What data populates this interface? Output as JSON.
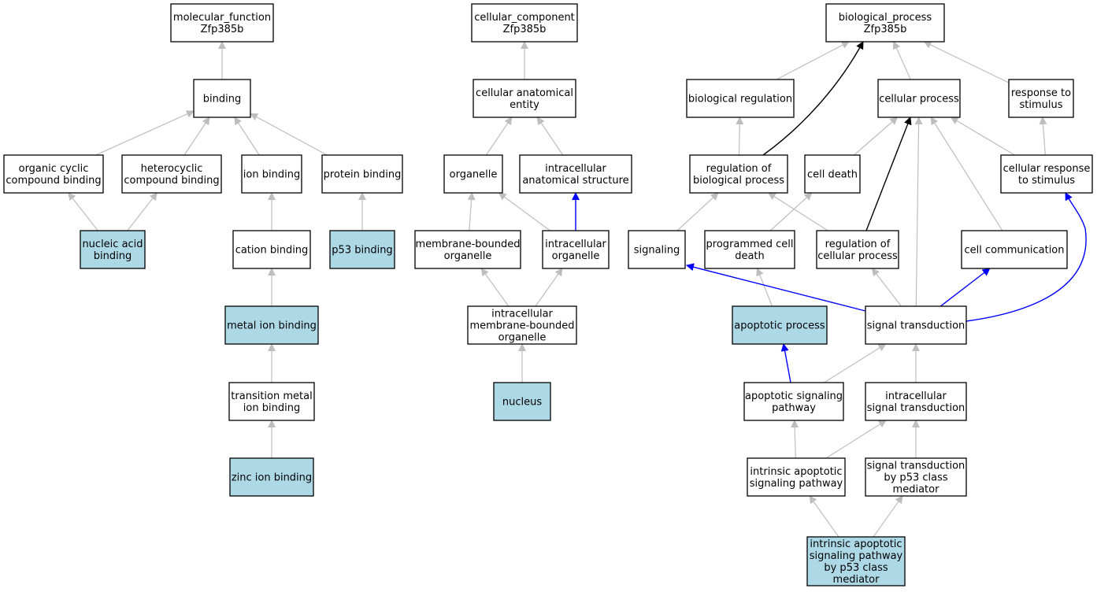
{
  "colors": {
    "highlight_fill": "#add8e6",
    "default_fill": "#ffffff",
    "edge_default": "#bebebe",
    "edge_black": "#000000",
    "edge_blue": "#0000ff"
  },
  "nodes": [
    {
      "id": "mf",
      "lines": [
        "molecular_function",
        "Zfp385b"
      ]
    },
    {
      "id": "cc",
      "lines": [
        "cellular_component",
        "Zfp385b"
      ]
    },
    {
      "id": "bp",
      "lines": [
        "biological_process",
        "Zfp385b"
      ]
    },
    {
      "id": "binding",
      "lines": [
        "binding"
      ]
    },
    {
      "id": "cae",
      "lines": [
        "cellular anatomical",
        "entity"
      ]
    },
    {
      "id": "bioreg",
      "lines": [
        "biological regulation"
      ]
    },
    {
      "id": "cellproc",
      "lines": [
        "cellular process"
      ]
    },
    {
      "id": "resp",
      "lines": [
        "response to",
        "stimulus"
      ]
    },
    {
      "id": "ocb",
      "lines": [
        "organic cyclic",
        "compound binding"
      ]
    },
    {
      "id": "hcb",
      "lines": [
        "heterocyclic",
        "compound binding"
      ]
    },
    {
      "id": "ionb",
      "lines": [
        "ion binding"
      ]
    },
    {
      "id": "protb",
      "lines": [
        "protein binding"
      ]
    },
    {
      "id": "organelle",
      "lines": [
        "organelle"
      ]
    },
    {
      "id": "ias",
      "lines": [
        "intracellular",
        "anatomical structure"
      ]
    },
    {
      "id": "regbp",
      "lines": [
        "regulation of",
        "biological process"
      ]
    },
    {
      "id": "celldeath",
      "lines": [
        "cell death"
      ]
    },
    {
      "id": "cellresp",
      "lines": [
        "cellular response",
        "to stimulus"
      ]
    },
    {
      "id": "nab",
      "lines": [
        "nucleic acid",
        "binding"
      ],
      "highlight": true
    },
    {
      "id": "cationb",
      "lines": [
        "cation binding"
      ]
    },
    {
      "id": "p53b",
      "lines": [
        "p53 binding"
      ],
      "highlight": true
    },
    {
      "id": "mbo",
      "lines": [
        "membrane-bounded",
        "organelle"
      ]
    },
    {
      "id": "io",
      "lines": [
        "intracellular",
        "organelle"
      ]
    },
    {
      "id": "signaling",
      "lines": [
        "signaling"
      ]
    },
    {
      "id": "pcd",
      "lines": [
        "programmed cell",
        "death"
      ]
    },
    {
      "id": "regcp",
      "lines": [
        "regulation of",
        "cellular process"
      ]
    },
    {
      "id": "cellcomm",
      "lines": [
        "cell communication"
      ]
    },
    {
      "id": "metalb",
      "lines": [
        "metal ion binding"
      ],
      "highlight": true
    },
    {
      "id": "imbo",
      "lines": [
        "intracellular",
        "membrane-bounded",
        "organelle"
      ]
    },
    {
      "id": "apop",
      "lines": [
        "apoptotic process"
      ],
      "highlight": true
    },
    {
      "id": "sigtrans",
      "lines": [
        "signal transduction"
      ]
    },
    {
      "id": "tmib",
      "lines": [
        "transition metal",
        "ion binding"
      ]
    },
    {
      "id": "nucleus",
      "lines": [
        "nucleus"
      ],
      "highlight": true
    },
    {
      "id": "asp",
      "lines": [
        "apoptotic signaling",
        "pathway"
      ]
    },
    {
      "id": "ist",
      "lines": [
        "intracellular",
        "signal transduction"
      ]
    },
    {
      "id": "zinc",
      "lines": [
        "zinc ion binding"
      ],
      "highlight": true
    },
    {
      "id": "iasp",
      "lines": [
        "intrinsic apoptotic",
        "signaling pathway"
      ]
    },
    {
      "id": "stp53",
      "lines": [
        "signal transduction",
        "by p53 class",
        "mediator"
      ]
    },
    {
      "id": "iaspp53",
      "lines": [
        "intrinsic apoptotic",
        "signaling pathway",
        "by p53 class",
        "mediator"
      ],
      "highlight": true
    }
  ],
  "edges": [
    {
      "from": "binding",
      "to": "mf",
      "color": "gray"
    },
    {
      "from": "ocb",
      "to": "binding",
      "color": "gray"
    },
    {
      "from": "hcb",
      "to": "binding",
      "color": "gray"
    },
    {
      "from": "ionb",
      "to": "binding",
      "color": "gray"
    },
    {
      "from": "protb",
      "to": "binding",
      "color": "gray"
    },
    {
      "from": "nab",
      "to": "ocb",
      "color": "gray"
    },
    {
      "from": "nab",
      "to": "hcb",
      "color": "gray"
    },
    {
      "from": "cationb",
      "to": "ionb",
      "color": "gray"
    },
    {
      "from": "p53b",
      "to": "protb",
      "color": "gray"
    },
    {
      "from": "metalb",
      "to": "cationb",
      "color": "gray"
    },
    {
      "from": "tmib",
      "to": "metalb",
      "color": "gray"
    },
    {
      "from": "zinc",
      "to": "tmib",
      "color": "gray"
    },
    {
      "from": "cae",
      "to": "cc",
      "color": "gray"
    },
    {
      "from": "organelle",
      "to": "cae",
      "color": "gray"
    },
    {
      "from": "ias",
      "to": "cae",
      "color": "gray"
    },
    {
      "from": "mbo",
      "to": "organelle",
      "color": "gray"
    },
    {
      "from": "io",
      "to": "organelle",
      "color": "gray"
    },
    {
      "from": "io",
      "to": "ias",
      "color": "blue"
    },
    {
      "from": "imbo",
      "to": "mbo",
      "color": "gray"
    },
    {
      "from": "imbo",
      "to": "io",
      "color": "gray"
    },
    {
      "from": "nucleus",
      "to": "imbo",
      "color": "gray"
    },
    {
      "from": "bioreg",
      "to": "bp",
      "color": "gray"
    },
    {
      "from": "regbp",
      "to": "bp",
      "color": "black"
    },
    {
      "from": "cellproc",
      "to": "bp",
      "color": "gray"
    },
    {
      "from": "resp",
      "to": "bp",
      "color": "gray"
    },
    {
      "from": "regbp",
      "to": "bioreg",
      "color": "gray"
    },
    {
      "from": "celldeath",
      "to": "cellproc",
      "color": "gray"
    },
    {
      "from": "regcp",
      "to": "cellproc",
      "color": "black"
    },
    {
      "from": "sigtrans",
      "to": "cellproc",
      "color": "gray"
    },
    {
      "from": "cellcomm",
      "to": "cellproc",
      "color": "gray"
    },
    {
      "from": "cellresp",
      "to": "cellproc",
      "color": "gray"
    },
    {
      "from": "cellresp",
      "to": "resp",
      "color": "gray"
    },
    {
      "from": "signaling",
      "to": "regbp",
      "color": "gray"
    },
    {
      "from": "regcp",
      "to": "regbp",
      "color": "gray"
    },
    {
      "from": "pcd",
      "to": "celldeath",
      "color": "gray"
    },
    {
      "from": "apop",
      "to": "pcd",
      "color": "gray"
    },
    {
      "from": "sigtrans",
      "to": "signaling",
      "color": "blue"
    },
    {
      "from": "sigtrans",
      "to": "regcp",
      "color": "gray"
    },
    {
      "from": "sigtrans",
      "to": "cellcomm",
      "color": "blue"
    },
    {
      "from": "sigtrans",
      "to": "cellresp",
      "color": "blue"
    },
    {
      "from": "asp",
      "to": "apop",
      "color": "blue"
    },
    {
      "from": "asp",
      "to": "sigtrans",
      "color": "gray"
    },
    {
      "from": "ist",
      "to": "sigtrans",
      "color": "gray"
    },
    {
      "from": "iasp",
      "to": "asp",
      "color": "gray"
    },
    {
      "from": "iasp",
      "to": "ist",
      "color": "gray"
    },
    {
      "from": "stp53",
      "to": "ist",
      "color": "gray"
    },
    {
      "from": "iaspp53",
      "to": "iasp",
      "color": "gray"
    },
    {
      "from": "iaspp53",
      "to": "stp53",
      "color": "gray"
    }
  ]
}
